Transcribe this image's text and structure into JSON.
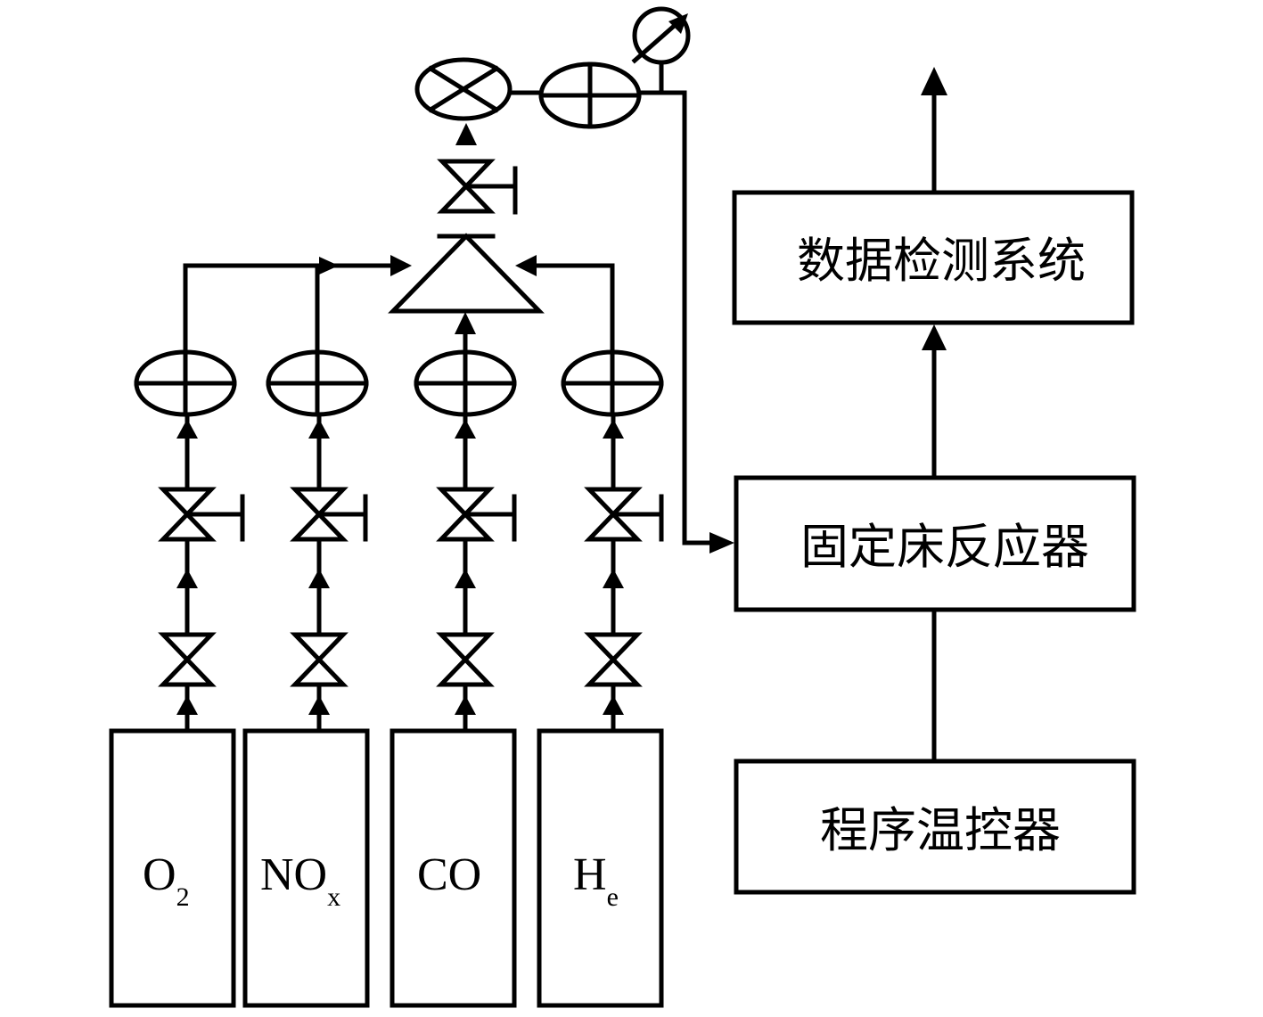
{
  "cylinders": [
    {
      "main": "O",
      "sub": "2"
    },
    {
      "main": "NO",
      "sub": "x"
    },
    {
      "main": "CO",
      "sub": ""
    },
    {
      "main": "H",
      "sub": "e"
    }
  ],
  "blocks": {
    "detection": "数据检测系统",
    "reactor": "固定床反应器",
    "controller": "程序温控器"
  },
  "colors": {
    "stroke": "#000000",
    "background": "#ffffff"
  }
}
